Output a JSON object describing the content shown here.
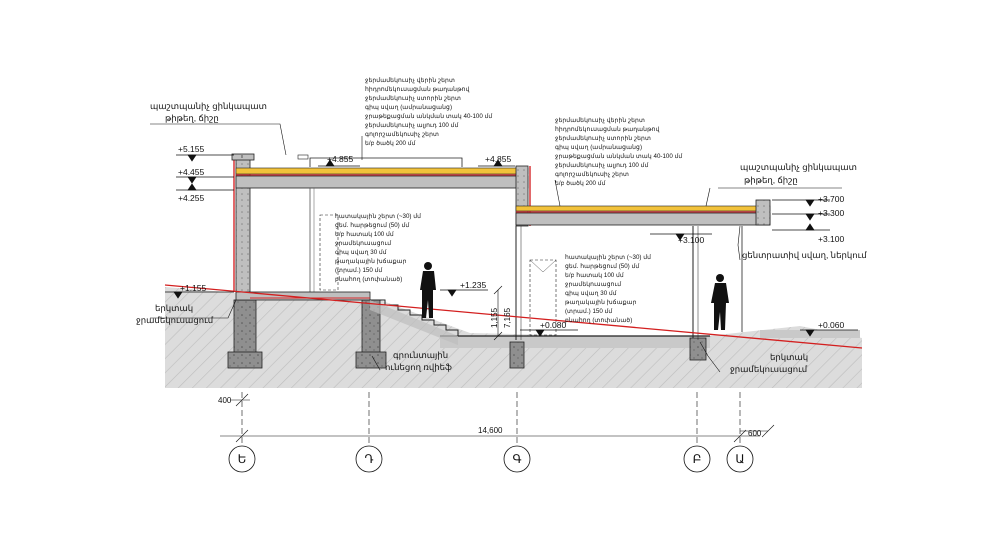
{
  "labels": {
    "parapet_left": [
      "պաշտպանիչ ցինկապատ",
      "թիթեղ, ճիշը"
    ],
    "parapet_right": [
      "պաշտպանիչ ցինկապատ",
      "թիթեղ, ճիշը"
    ],
    "ground_left": [
      "երկտակ",
      "ջրամեկուսացում"
    ],
    "ground_right": [
      "երկտակ",
      "ջրամեկուսացում"
    ],
    "drain": [
      "գրունտային",
      "ունեցող ռվիեֆ"
    ],
    "central_rod": "ցենտրատիվ սվաղ, ներկում"
  },
  "roof_notes_upper": [
    "ջերմամեկուսիչ վերին շերտ",
    "հիդրոմեկուսացման թաղանթով",
    "ջերմամեկուսիչ ստորին շերտ",
    "գիպ սվաղ (ամրանացանց)",
    "ջրաթեքացման անկման տակ 40-100 մմ",
    "ջերմամեկուսիչ ալյուդ 100 մմ",
    "գոլորշամեկուսիչ շերտ",
    "ե/բ ծածկ 200 մմ"
  ],
  "roof_notes_lower": [
    "ջերմամեկուսիչ վերին շերտ",
    "հիդրոմեկուսացման թաղանթով",
    "ջերմամեկուսիչ ստորին շերտ",
    "գիպ սվաղ (ամրանացանց)",
    "ջրաթեքացման անկման տակ 40-100 մմ",
    "ջերմամեկուսիչ ալյուդ 100 մմ",
    "գոլորշամեկուսիչ շերտ",
    "ե/բ ծածկ 200 մմ"
  ],
  "floor_notes_left": [
    "հատակային շերտ (~30) մմ",
    "ցեմ. հարթեցում (50) մմ",
    "ե/բ հատակ 100 մմ",
    "ջրամեկուսացում",
    "գիպ սվաղ 30 մմ",
    "թաղակային խճաքար",
    "(տրամ.) 150 մմ",
    "բնահող (տոփանած)"
  ],
  "floor_notes_right": [
    "հատակային շերտ (~30) մմ",
    "ցեմ. հարթեցում (50) մմ",
    "ե/բ հատակ 100 մմ",
    "ջրամեկուսացում",
    "գիպ սվաղ 30 մմ",
    "թաղակային խճաքար",
    "(տրամ.) 150 մմ",
    "բնահող (տոփանած)"
  ],
  "levels": {
    "l5155": "+5.155",
    "l4455": "+4.455",
    "l4255": "+4.255",
    "l4855a": "+4.855",
    "l4855b": "+4.855",
    "l3700": "+3.700",
    "l3300": "+3.300",
    "l3100a": "+3.100",
    "l3100b": "+3.100",
    "l1235": "+1.235",
    "l1155": "+1.155",
    "l0080": "+0.080",
    "l0060": "+0.060"
  },
  "dims": {
    "d400": "400",
    "d600": "600",
    "d14600": "14,600",
    "stair_a": "1,155",
    "stair_b": "7,165"
  },
  "axes": [
    "Ե",
    "Դ",
    "Գ",
    "Բ",
    "Ա"
  ],
  "colors": {
    "insulation": "#f2c23a",
    "membrane": "#d6282b",
    "structure": "#bfbfbf",
    "ground": "#d9d9d9",
    "section_line": "#d31f1f"
  }
}
